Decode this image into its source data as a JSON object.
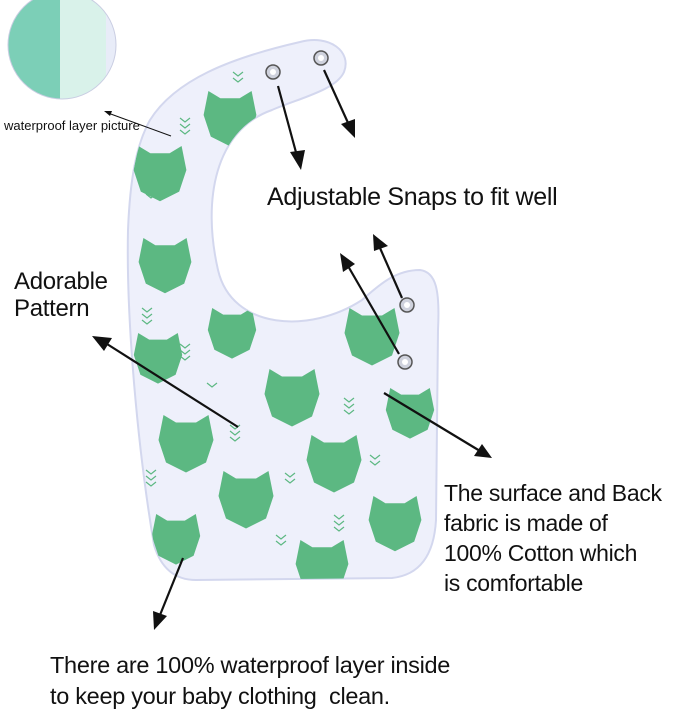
{
  "annotations": {
    "inset": "waterproof layer picture",
    "snaps": "Adjustable Snaps to fit well",
    "pattern_lines": [
      "Adorable",
      "Pattern"
    ],
    "surface_lines": [
      "The surface and Back",
      "fabric is made of",
      "100% Cotton which",
      "is comfortable"
    ],
    "waterproof_lines": [
      "There are 100% waterproof layer inside",
      "to keep your baby clothing  clean."
    ]
  },
  "colors": {
    "bib": "#eef0fb",
    "bib_edge": "#d6d9ef",
    "pattern_green": "#5cb882",
    "inset_green": "#7ccfb7",
    "inset_light": "#d9f2ea"
  },
  "icons": [
    "bear-face-icon",
    "chevron-icon",
    "snap-button-icon",
    "arrow-icon"
  ]
}
